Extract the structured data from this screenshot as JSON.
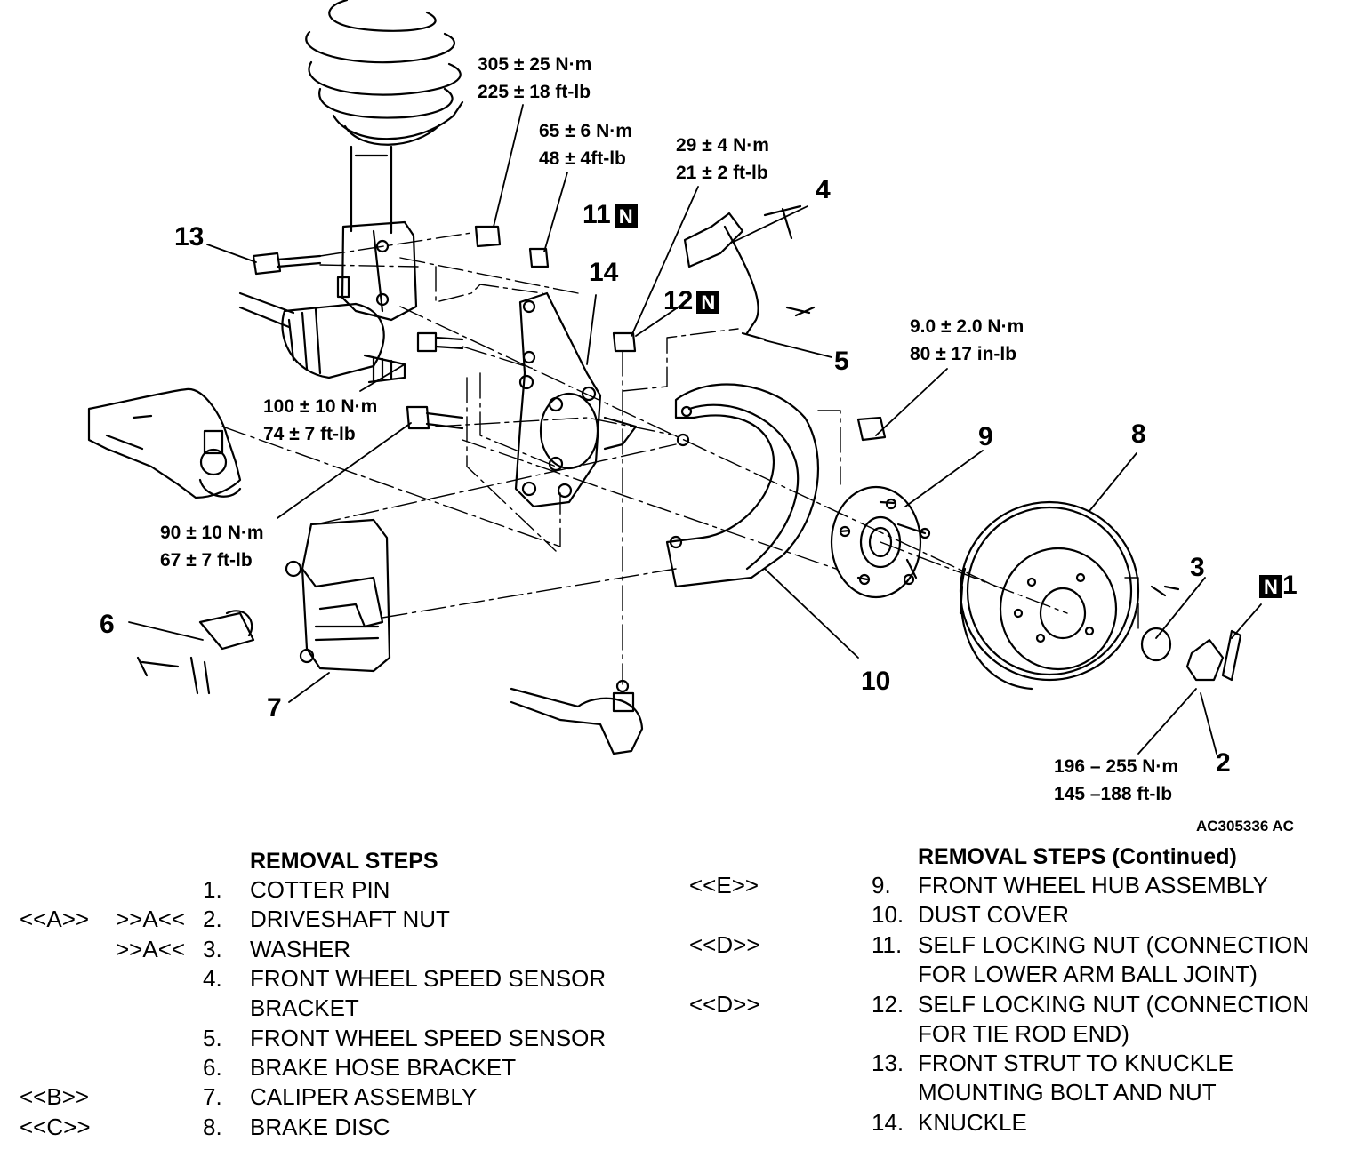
{
  "figure_code": "AC305336 AC",
  "torque": {
    "strut_nut": [
      "305 ± 25 N·m",
      "225 ± 18 ft-lb"
    ],
    "lower_arm_nut": [
      "65 ± 6 N·m",
      "48 ± 4ft-lb"
    ],
    "tie_rod_nut": [
      "29 ± 4 N·m",
      "21 ± 2 ft-lb"
    ],
    "speed_sensor": [
      "9.0 ± 2.0 N·m",
      "80 ± 17 in-lb"
    ],
    "hub_bolt": [
      "100 ± 10 N·m",
      "74 ± 7 ft-lb"
    ],
    "caliper_bolt": [
      "90 ± 10 N·m",
      "67 ± 7 ft-lb"
    ],
    "driveshaft_nut": [
      "196 – 255 N·m",
      "145 –188 ft-lb"
    ]
  },
  "callouts": {
    "c1": "1",
    "c2": "2",
    "c3": "3",
    "c4": "4",
    "c5": "5",
    "c6": "6",
    "c7": "7",
    "c8": "8",
    "c9": "9",
    "c10": "10",
    "c11": "11",
    "c12": "12",
    "c13": "13",
    "c14": "14",
    "n_mark": "N"
  },
  "removal_steps": {
    "heading": "REMOVAL STEPS",
    "heading_continued": "REMOVAL STEPS  (Continued)",
    "left": [
      {
        "removal": "",
        "install": "",
        "num": "1.",
        "text": [
          "COTTER PIN"
        ]
      },
      {
        "removal": "<<A>>",
        "install": ">>A<<",
        "num": "2.",
        "text": [
          "DRIVESHAFT NUT"
        ]
      },
      {
        "removal": "",
        "install": ">>A<<",
        "num": "3.",
        "text": [
          "WASHER"
        ]
      },
      {
        "removal": "",
        "install": "",
        "num": "4.",
        "text": [
          "FRONT WHEEL SPEED SENSOR",
          "BRACKET"
        ]
      },
      {
        "removal": "",
        "install": "",
        "num": "5.",
        "text": [
          "FRONT WHEEL SPEED SENSOR"
        ]
      },
      {
        "removal": "",
        "install": "",
        "num": "6.",
        "text": [
          "BRAKE HOSE BRACKET"
        ]
      },
      {
        "removal": "<<B>>",
        "install": "",
        "num": "7.",
        "text": [
          "CALIPER ASSEMBLY"
        ]
      },
      {
        "removal": "<<C>>",
        "install": "",
        "num": "8.",
        "text": [
          "BRAKE DISC"
        ]
      }
    ],
    "right": [
      {
        "removal": "<<E>>",
        "num": "9.",
        "text": [
          "FRONT WHEEL HUB ASSEMBLY"
        ]
      },
      {
        "removal": "",
        "num": "10.",
        "text": [
          "DUST COVER"
        ]
      },
      {
        "removal": "<<D>>",
        "num": "11.",
        "text": [
          "SELF LOCKING NUT (CONNECTION",
          "FOR LOWER ARM BALL JOINT)"
        ]
      },
      {
        "removal": "<<D>>",
        "num": "12.",
        "text": [
          "SELF LOCKING NUT (CONNECTION",
          "FOR TIE ROD END)"
        ]
      },
      {
        "removal": "",
        "num": "13.",
        "text": [
          "FRONT STRUT TO KNUCKLE",
          "MOUNTING BOLT AND NUT"
        ]
      },
      {
        "removal": "",
        "num": "14.",
        "text": [
          "KNUCKLE"
        ]
      }
    ]
  }
}
